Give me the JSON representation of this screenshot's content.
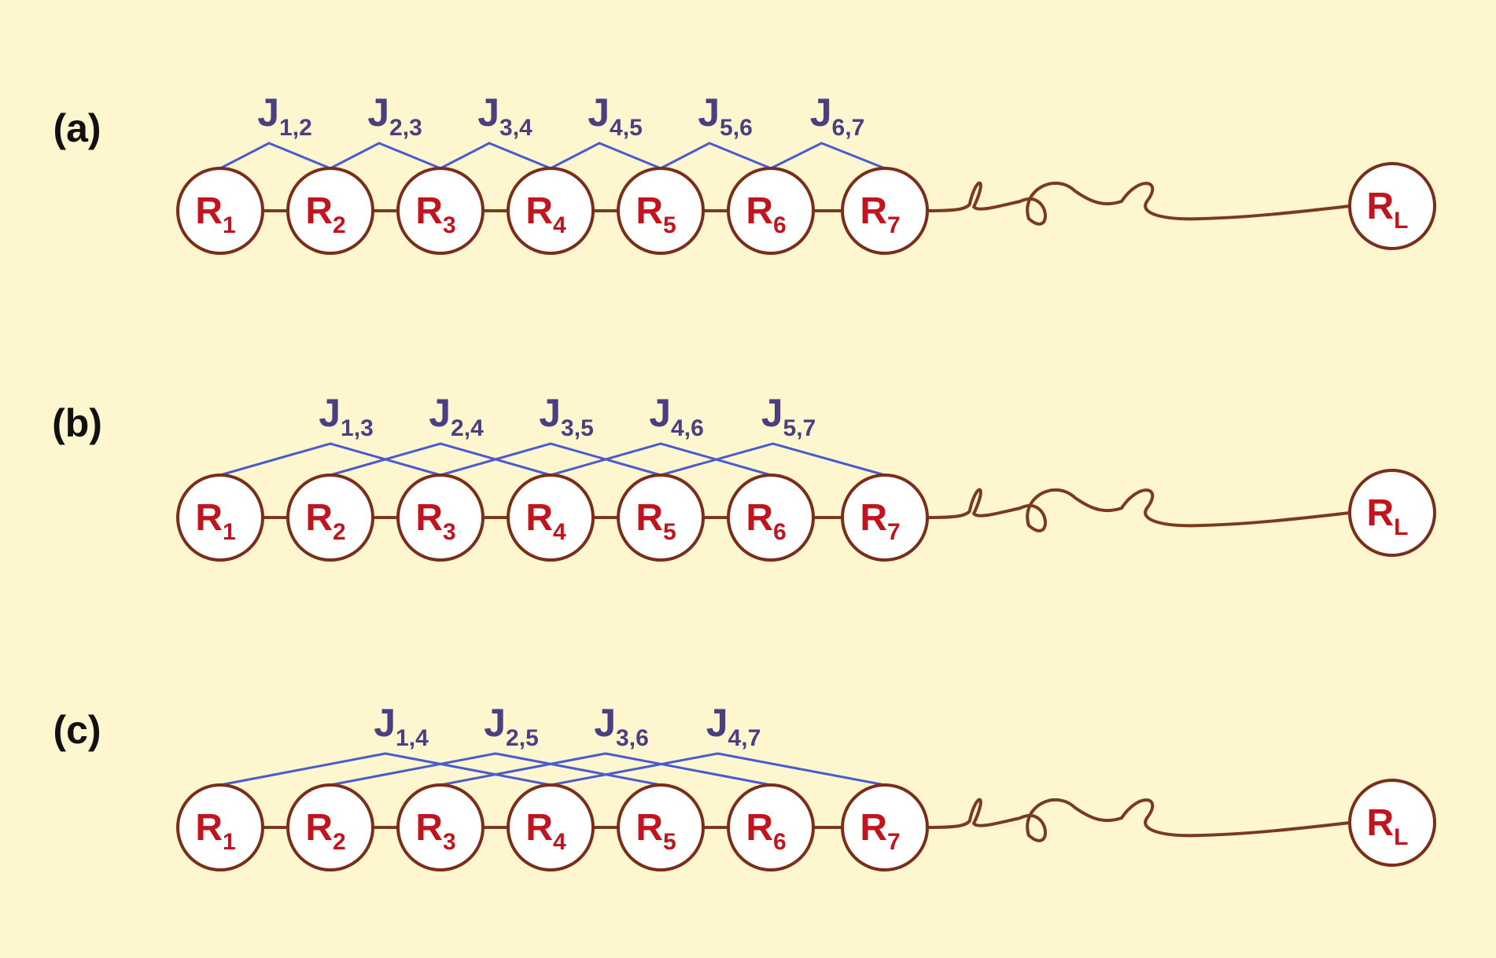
{
  "colors": {
    "background": "#fdf6cf",
    "node_stroke": "#7a2e1a",
    "node_fill": "#ffffff",
    "node_text": "#c0141e",
    "chain": "#7a3a1c",
    "coupling_line": "#4a5acf",
    "coupling_text": "#4a3f80",
    "panel_text": "#111111"
  },
  "node_symbol": "R",
  "coupling_symbol": "J",
  "panels": [
    {
      "label": "(a)",
      "nodes": [
        "1",
        "2",
        "3",
        "4",
        "5",
        "6",
        "7"
      ],
      "lead_node": "L",
      "couplings": [
        {
          "from": 1,
          "to": 2,
          "sub": "1,2"
        },
        {
          "from": 2,
          "to": 3,
          "sub": "2,3"
        },
        {
          "from": 3,
          "to": 4,
          "sub": "3,4"
        },
        {
          "from": 4,
          "to": 5,
          "sub": "4,5"
        },
        {
          "from": 5,
          "to": 6,
          "sub": "5,6"
        },
        {
          "from": 6,
          "to": 7,
          "sub": "6,7"
        }
      ]
    },
    {
      "label": "(b)",
      "nodes": [
        "1",
        "2",
        "3",
        "4",
        "5",
        "6",
        "7"
      ],
      "lead_node": "L",
      "couplings": [
        {
          "from": 1,
          "to": 3,
          "sub": "1,3"
        },
        {
          "from": 2,
          "to": 4,
          "sub": "2,4"
        },
        {
          "from": 3,
          "to": 5,
          "sub": "3,5"
        },
        {
          "from": 4,
          "to": 6,
          "sub": "4,6"
        },
        {
          "from": 5,
          "to": 7,
          "sub": "5,7"
        }
      ]
    },
    {
      "label": "(c)",
      "nodes": [
        "1",
        "2",
        "3",
        "4",
        "5",
        "6",
        "7"
      ],
      "lead_node": "L",
      "couplings": [
        {
          "from": 1,
          "to": 4,
          "sub": "1,4"
        },
        {
          "from": 2,
          "to": 5,
          "sub": "2,5"
        },
        {
          "from": 3,
          "to": 6,
          "sub": "3,6"
        },
        {
          "from": 4,
          "to": 7,
          "sub": "4,7"
        }
      ]
    }
  ]
}
